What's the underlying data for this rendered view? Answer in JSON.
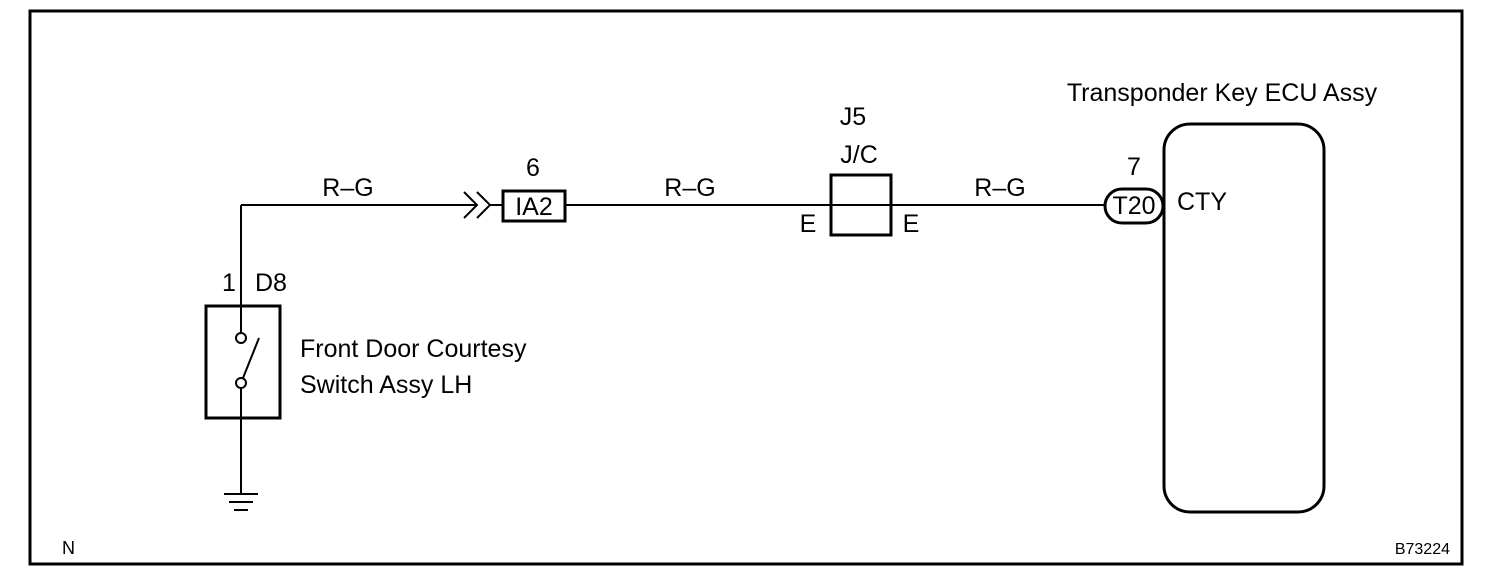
{
  "ecu": {
    "title": "Transponder Key ECU Assy",
    "pin": "7",
    "connector": "T20",
    "terminal": "CTY"
  },
  "junction": {
    "name": "J5",
    "type": "J/C",
    "left_terminal": "E",
    "right_terminal": "E"
  },
  "connector_ia2": {
    "pin": "6",
    "name": "IA2"
  },
  "switch": {
    "pin": "1",
    "connector": "D8",
    "name_line1": "Front Door Courtesy",
    "name_line2": "Switch Assy LH"
  },
  "wires": {
    "wire1": "R–G",
    "wire2": "R–G",
    "wire3": "R–G"
  },
  "footer": {
    "left_code": "N",
    "figure_id": "B73224"
  }
}
